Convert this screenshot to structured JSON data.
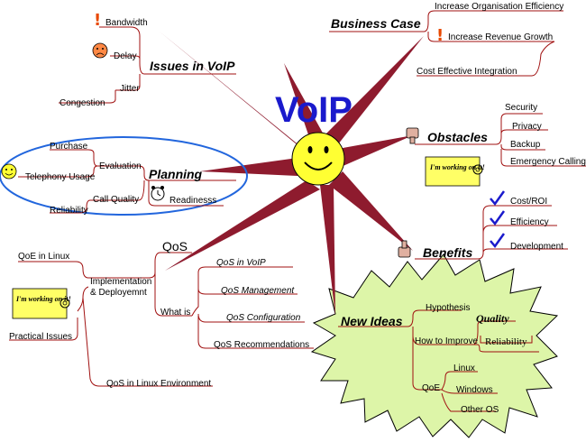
{
  "central": {
    "title": "VoIP"
  },
  "issues": {
    "title": "Issues in VoIP",
    "items": [
      "Bandwidth",
      "Delay",
      "Jitter",
      "Congestion"
    ]
  },
  "business_case": {
    "title": "Business Case",
    "items": [
      "Increase Organisation Efficiency",
      "Increase Revenue Growth",
      "Cost Effective Integration"
    ]
  },
  "obstacles": {
    "title": "Obstacles",
    "items": [
      "Security",
      "Privacy",
      "Backup",
      "Emergency Calling"
    ],
    "note": "I'm working on it!"
  },
  "planning": {
    "title": "Planning",
    "evaluation": "Evaluation",
    "purchase": "Purchase",
    "telephony_usage": "Telephony Usage",
    "call_quality": "Call Quality",
    "reliability": "Reliability",
    "readiness": "Readinesss"
  },
  "benefits": {
    "title": "Benefits",
    "items": [
      "Cost/ROI",
      "Efficiency",
      "Development"
    ]
  },
  "qos": {
    "title": "QoS",
    "impl": [
      "Implementation",
      "& Deployemnt"
    ],
    "qoe_linux": "QoE in Linux",
    "practical": "Practical Issues",
    "linux_env": "QoS in Linux Environment",
    "note": "I'm working on it!",
    "whatis": "What is",
    "whatis_items": [
      "QoS in VoIP",
      "QoS Management",
      "QoS Configuration",
      "QoS Recommendations"
    ]
  },
  "new_ideas": {
    "title": "New Ideas",
    "hypothesis": "Hypothesis",
    "how_to": "How to Improve",
    "quality": "Quality",
    "reliability": "Reliability",
    "qoe": "QoE",
    "os": [
      "Linux",
      "Windows",
      "Other OS"
    ]
  },
  "colors": {
    "star": "#8e1b2e",
    "sun": "#ffff33",
    "title": "#1a1acc",
    "branch": "#a01010",
    "ellipse": "#2266dd",
    "burst": "#ddf5a8",
    "note": "#ffff66"
  }
}
